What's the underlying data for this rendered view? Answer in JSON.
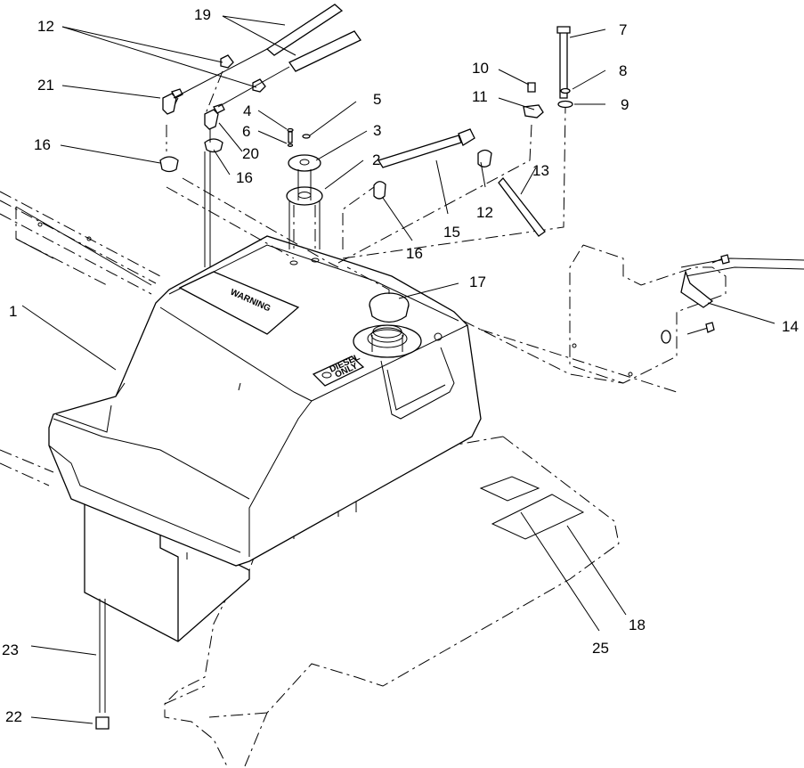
{
  "decals": {
    "warning": "WARNING",
    "diesel_line1": "DIESEL",
    "diesel_line2": "ONLY"
  },
  "callouts": [
    {
      "id": "c1",
      "label": "1"
    },
    {
      "id": "c2",
      "label": "2"
    },
    {
      "id": "c3",
      "label": "3"
    },
    {
      "id": "c4",
      "label": "4"
    },
    {
      "id": "c5",
      "label": "5"
    },
    {
      "id": "c6",
      "label": "6"
    },
    {
      "id": "c7",
      "label": "7"
    },
    {
      "id": "c8",
      "label": "8"
    },
    {
      "id": "c9",
      "label": "9"
    },
    {
      "id": "c10",
      "label": "10"
    },
    {
      "id": "c11",
      "label": "11"
    },
    {
      "id": "c12a",
      "label": "12"
    },
    {
      "id": "c12b",
      "label": "12"
    },
    {
      "id": "c13",
      "label": "13"
    },
    {
      "id": "c14",
      "label": "14"
    },
    {
      "id": "c15",
      "label": "15"
    },
    {
      "id": "c16a",
      "label": "16"
    },
    {
      "id": "c16b",
      "label": "16"
    },
    {
      "id": "c16c",
      "label": "16"
    },
    {
      "id": "c17",
      "label": "17"
    },
    {
      "id": "c18",
      "label": "18"
    },
    {
      "id": "c19",
      "label": "19"
    },
    {
      "id": "c20",
      "label": "20"
    },
    {
      "id": "c21",
      "label": "21"
    },
    {
      "id": "c22",
      "label": "22"
    },
    {
      "id": "c23",
      "label": "23"
    },
    {
      "id": "c25",
      "label": "25"
    }
  ]
}
